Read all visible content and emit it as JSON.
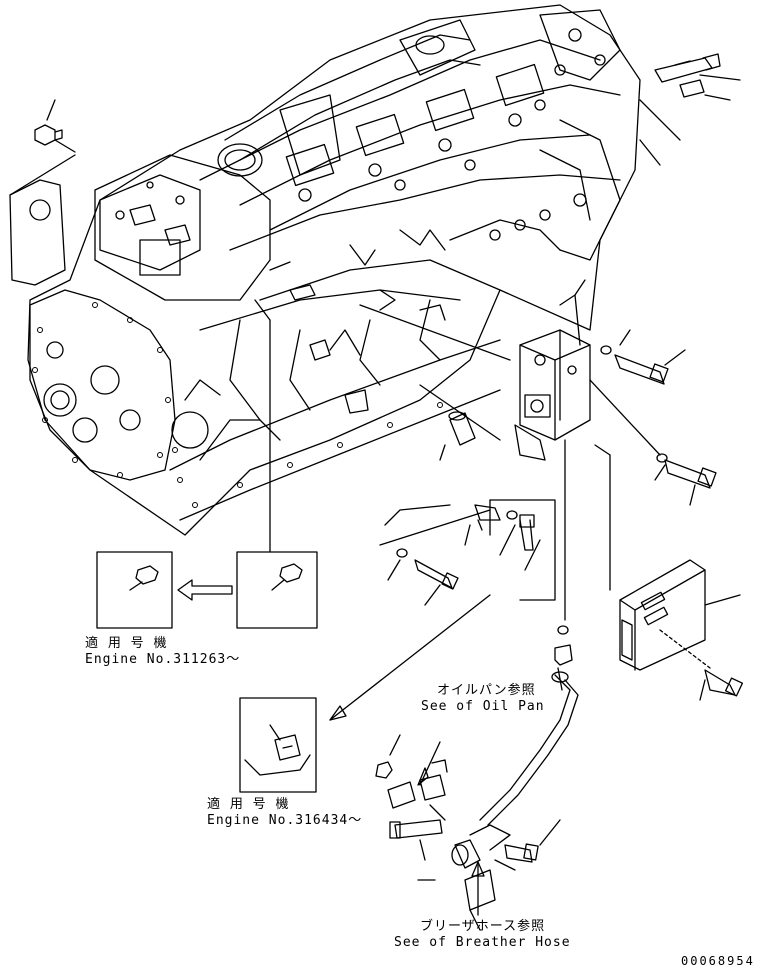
{
  "labels": {
    "engine_311263_jp": "適 用 号 機",
    "engine_311263_en": "Engine No.311263～",
    "engine_316434_jp": "適 用 号 機",
    "engine_316434_en": "Engine No.316434～",
    "oil_pan_jp": "オイルパン参照",
    "oil_pan_en": "See of Oil Pan",
    "breather_jp": "ブリーザホース参照",
    "breather_en": "See of Breather Hose",
    "drawing_number": "00068954"
  }
}
